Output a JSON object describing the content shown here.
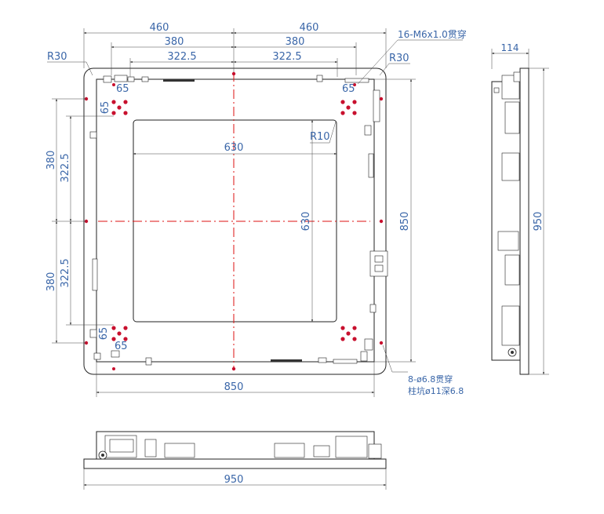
{
  "front_view": {
    "top_dims": {
      "left_outer": "460",
      "right_outer": "460",
      "left_mid": "380",
      "right_mid": "380",
      "left_inner": "322.5",
      "right_inner": "322.5"
    },
    "left_dims": {
      "top_outer": "380",
      "top_inner": "322.5",
      "bottom_outer": "380",
      "bottom_inner": "322.5"
    },
    "screen_width": "630",
    "screen_height": "630",
    "right_height": "850",
    "bottom_width": "850",
    "corner_radius_left": "R30",
    "corner_radius_right": "R30",
    "screen_radius": "R10",
    "offset_tl_h": "65",
    "offset_tl_v": "65",
    "offset_tr": "65",
    "offset_bl_v": "65",
    "offset_bl_h": "65",
    "thread_note": "16-M6x1.0贯穿",
    "hole_note_1": "8-ø6.8贯穿",
    "hole_note_2": "柱坑ø11深6.8"
  },
  "side_view": {
    "depth": "114",
    "height": "950"
  },
  "bottom_view": {
    "width": "950"
  }
}
